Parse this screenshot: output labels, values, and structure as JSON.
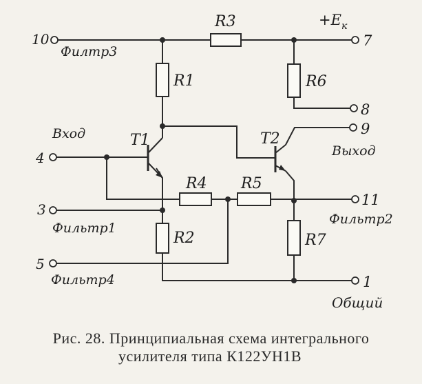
{
  "diagram": {
    "resistors": [
      "R1",
      "R2",
      "R3",
      "R4",
      "R5",
      "R6",
      "R7"
    ],
    "transistors": [
      "T1",
      "T2"
    ],
    "supply_label": "+E",
    "supply_sub": "к",
    "terminals": {
      "t10": {
        "num": "10",
        "label": "Филтр3"
      },
      "t4": {
        "num": "4",
        "label": "Вход"
      },
      "t3": {
        "num": "3",
        "label": "Фильтр1"
      },
      "t5": {
        "num": "5",
        "label": "Фильтр4"
      },
      "t7": {
        "num": "7"
      },
      "t8": {
        "num": "8"
      },
      "t9": {
        "num": "9",
        "label": "Выход"
      },
      "t11": {
        "num": "11",
        "label": "Фильтр2"
      },
      "t1": {
        "num": "1",
        "label": "Общий"
      }
    }
  },
  "caption": {
    "line1": "Рис. 28. Принципиальная схема интегрального",
    "line2": "усилителя типа К122УН1В"
  }
}
